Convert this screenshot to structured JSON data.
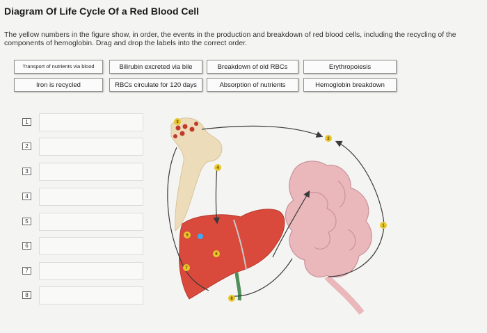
{
  "title": "Diagram Of Life Cycle Of a Red Blood Cell",
  "instructions": "The yellow numbers in the figure show, in order, the events in the production and breakdown of red blood cells, including the recycling of the components of hemoglobin. Drag and drop the labels into the correct order.",
  "labels": [
    "Transport of nutrients via blood",
    "Bilirubin excreted via bile",
    "Breakdown of old RBCs",
    "Erythropoiesis",
    "Iron is recycled",
    "RBCs circulate for 120 days",
    "Absorption of nutrients",
    "Hemoglobin breakdown"
  ],
  "slots": [
    "1",
    "2",
    "3",
    "4",
    "5",
    "6",
    "7",
    "8"
  ],
  "figure_markers": [
    "1",
    "2",
    "3",
    "4",
    "5",
    "6",
    "7",
    "8"
  ],
  "colors": {
    "marker_yellow": "#e9c62c",
    "liver_red": "#d94a3c",
    "intestine_pink": "#eab7bb",
    "bone": "#eddcb9",
    "arrow": "#3a3a3a"
  }
}
